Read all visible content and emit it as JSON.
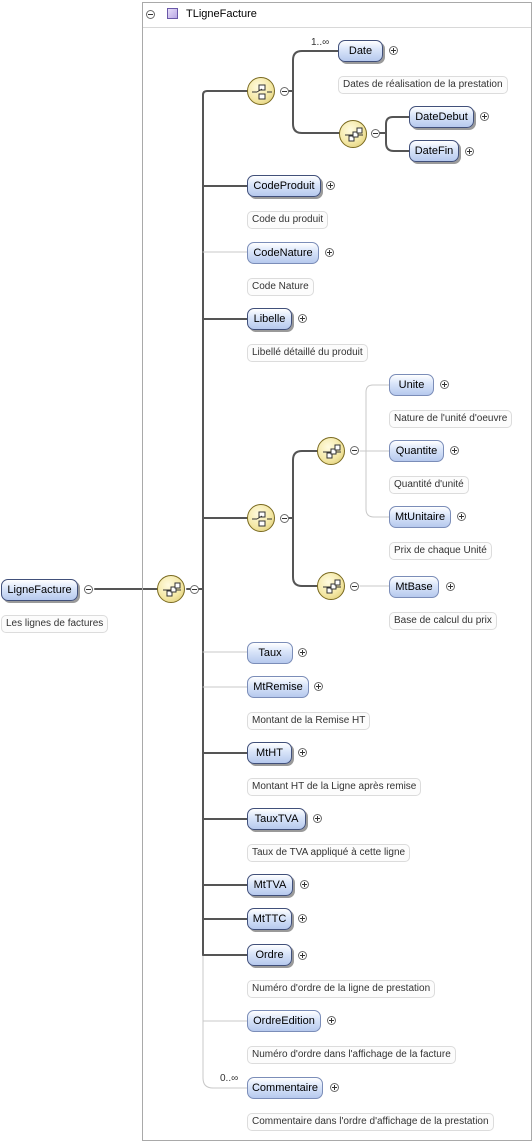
{
  "root": {
    "label": "LigneFacture",
    "note": "Les lignes de factures"
  },
  "complex_type": {
    "name": "TLigneFacture"
  },
  "compositors": {
    "main": "sequence",
    "date_group": "choice",
    "date_range": "sequence",
    "unit_group": "choice",
    "unit_detail": "sequence",
    "unit_base": "sequence"
  },
  "elements": {
    "date": {
      "label": "Date",
      "note": "Dates de réalisation de la prestation",
      "cardinality": "1..∞"
    },
    "date_debut": {
      "label": "DateDebut"
    },
    "date_fin": {
      "label": "DateFin"
    },
    "code_produit": {
      "label": "CodeProduit",
      "note": "Code du produit"
    },
    "code_nature": {
      "label": "CodeNature",
      "note": "Code Nature"
    },
    "libelle": {
      "label": "Libelle",
      "note": "Libellé détaillé du produit"
    },
    "unite": {
      "label": "Unite",
      "note": "Nature de l'unité d'oeuvre"
    },
    "quantite": {
      "label": "Quantite",
      "note": "Quantité d'unité"
    },
    "mt_unitaire": {
      "label": "MtUnitaire",
      "note": "Prix de chaque Unité"
    },
    "mt_base": {
      "label": "MtBase",
      "note": "Base de calcul du prix"
    },
    "taux": {
      "label": "Taux"
    },
    "mt_remise": {
      "label": "MtRemise",
      "note": "Montant de la Remise HT"
    },
    "mt_ht": {
      "label": "MtHT",
      "note": "Montant HT de la Ligne après remise"
    },
    "taux_tva": {
      "label": "TauxTVA",
      "note": "Taux de TVA appliqué à cette ligne"
    },
    "mt_tva": {
      "label": "MtTVA"
    },
    "mt_ttc": {
      "label": "MtTTC"
    },
    "ordre": {
      "label": "Ordre",
      "note": "Numéro d'ordre de la ligne de prestation"
    },
    "ordre_edition": {
      "label": "OrdreEdition",
      "note": "Numéro d'ordre dans l'affichage de la facture"
    },
    "commentaire": {
      "label": "Commentaire",
      "note": "Commentaire dans l'ordre d'affichage de la prestation",
      "cardinality": "0..∞"
    }
  },
  "colors": {
    "node_border": "#41507a",
    "node_fill": "#c9d8f3",
    "compositor_fill": "#f4e8a6",
    "line_required": "#555555",
    "line_optional": "#c8c8c8"
  }
}
